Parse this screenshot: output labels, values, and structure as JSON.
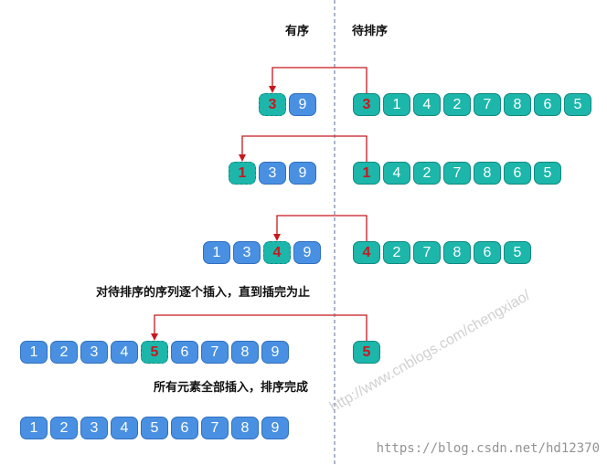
{
  "headers": {
    "sorted": "有序",
    "unsorted": "待排序"
  },
  "captions": {
    "middle": "对待排序的序列逐个插入，直到插完为止",
    "final": "所有元素全部插入，排序完成"
  },
  "steps": [
    {
      "sorted": [
        "3",
        "9"
      ],
      "highlight_index": 0,
      "unsorted": [
        "3",
        "1",
        "4",
        "2",
        "7",
        "8",
        "6",
        "5"
      ]
    },
    {
      "sorted": [
        "1",
        "3",
        "9"
      ],
      "highlight_index": 0,
      "unsorted": [
        "1",
        "4",
        "2",
        "7",
        "8",
        "6",
        "5"
      ]
    },
    {
      "sorted": [
        "1",
        "3",
        "4",
        "9"
      ],
      "highlight_index": 2,
      "unsorted": [
        "4",
        "2",
        "7",
        "8",
        "6",
        "5"
      ]
    },
    {
      "sorted": [
        "1",
        "2",
        "3",
        "4",
        "5",
        "6",
        "7",
        "8",
        "9"
      ],
      "highlight_index": 4,
      "unsorted": [
        "5"
      ]
    },
    {
      "sorted": [
        "1",
        "2",
        "3",
        "4",
        "5",
        "6",
        "7",
        "8",
        "9"
      ],
      "highlight_index": -1,
      "unsorted": []
    }
  ],
  "watermark": "http://www.cnblogs.com/chengxiao/",
  "footer_url": "https://blog.csdn.net/hd12370",
  "colors": {
    "sorted_tile": "#4a90e2",
    "unsorted_tile": "#1db6aa",
    "highlight_text": "#c8181e",
    "arrow": "#c8181e",
    "divider": "#5a6d9a"
  }
}
